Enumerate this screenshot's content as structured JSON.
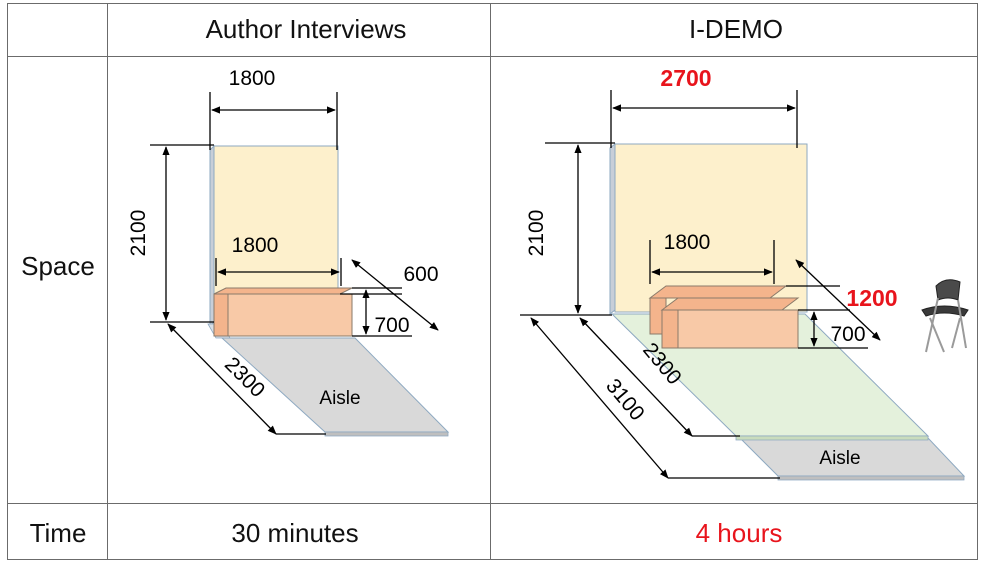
{
  "table": {
    "col_author": "Author Interviews",
    "col_idemo": "I-DEMO",
    "row_space": "Space",
    "row_time": "Time",
    "time_author": "30 minutes",
    "time_idemo": "4 hours"
  },
  "author": {
    "wall_width": "1800",
    "wall_height": "2100",
    "table_width": "1800",
    "table_depth": "600",
    "table_height": "700",
    "floor_depth": "2300",
    "aisle": "Aisle"
  },
  "idemo": {
    "wall_width": "2700",
    "wall_height": "2100",
    "table_width": "1800",
    "table_depth": "1200",
    "table_height": "700",
    "floor_depth_inner": "2300",
    "floor_depth_outer": "3100",
    "aisle": "Aisle",
    "chair_icon": "folding-chair-icon"
  },
  "colors": {
    "wall": "#fdf0cc",
    "table": "#f8c9a7",
    "floor_green": "#e4f1dc",
    "aisle_grey": "#d9d9d9",
    "highlight_red": "#e8141c"
  }
}
